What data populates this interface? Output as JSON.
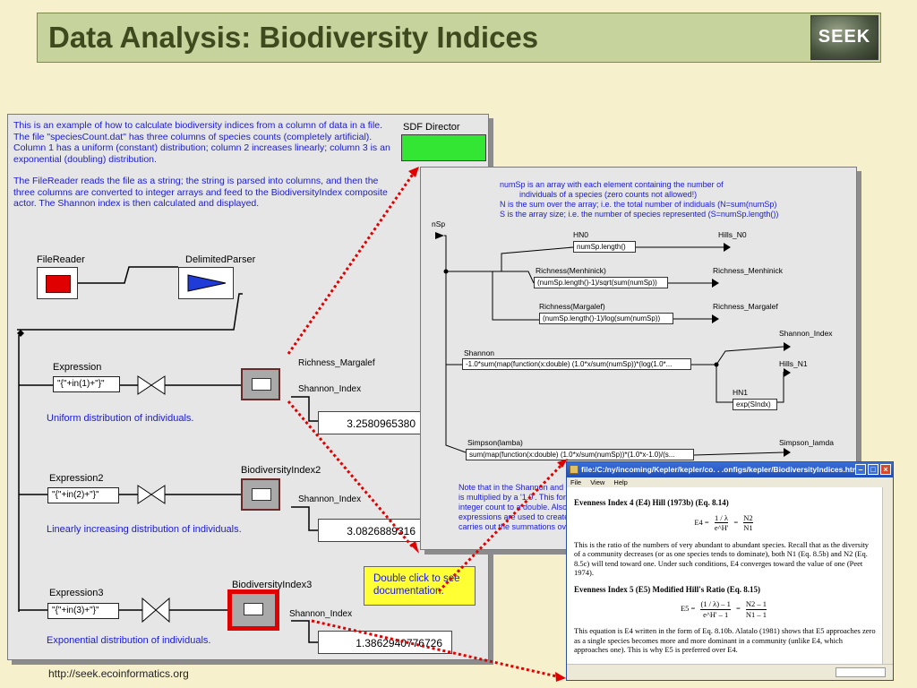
{
  "header": {
    "title": "Data Analysis: Biodiversity Indices",
    "logo_text": "SEEK"
  },
  "main_workflow": {
    "description_p1": "This is an example of how to calculate biodiversity indices from a column of data in a file. The file \"speciesCount.dat\" has three columns of species counts (completely artificial). Column 1 has a uniform (constant) distribution; column 2 increases linearly; column 3 is an exponential (doubling) distribution.",
    "description_p2": "The FileReader reads the file as a string; the string is parsed into columns, and then the three columns are converted to integer arrays and feed to the BiodiversityIndex composite actor. The Shannon index is then calculated and displayed.",
    "director_label": "SDF Director",
    "file_reader_label": "FileReader",
    "delimited_parser_label": "DelimitedParser",
    "rows": [
      {
        "expr_label": "Expression",
        "expr_value": "\"{\"+in(1)+\"}\"",
        "output_port_top": "Richness_Margalef",
        "output_port": "Shannon_Index",
        "composite_label": "",
        "result": "3.2580965380",
        "caption": "Uniform distribution of individuals."
      },
      {
        "expr_label": "Expression2",
        "expr_value": "\"{\"+in(2)+\"}\"",
        "output_port_top": "",
        "output_port": "Shannon_Index",
        "composite_label": "BiodiversityIndex2",
        "result": "3.0826889316",
        "caption": "Linearly increasing distribution of individuals."
      },
      {
        "expr_label": "Expression3",
        "expr_value": "\"{\"+in(3)+\"}\"",
        "output_port_top": "",
        "output_port": "Shannon_Index",
        "composite_label": "BiodiversityIndex3",
        "result": "1.3862940776726",
        "caption": "Exponential distribution of individuals."
      }
    ],
    "note": "Double click to see documentation."
  },
  "composite_workflow": {
    "description": [
      "numSp is an array with each element containing the number of",
      "individuals of a species (zero counts not allowed!)",
      "N is the sum over the array; i.e. the total number of indiduals (N=sum(numSp)",
      "S is the array size; i.e. the number of species represented (S=numSp.length())"
    ],
    "input_port": "nSp",
    "actors": [
      {
        "label": "HN0",
        "formula": "numSp.length()",
        "output": "Hills_N0"
      },
      {
        "label": "Richness(Menhinick)",
        "formula": "(numSp.length()-1)/sqrt(sum(numSp))",
        "output": "Richness_Menhinick"
      },
      {
        "label": "Richness(Margalef)",
        "formula": "(numSp.length()-1)/log(sum(numSp))",
        "output": "Richness_Margalef"
      },
      {
        "label": "Shannon",
        "formula": "-1.0*sum(map(function(x:double) (1.0*x/sum(numSp))*(log(1.0*...",
        "output": "Shannon_Index"
      },
      {
        "label": "HN1",
        "formula": "exp(SIndx)",
        "output": "Hills_N1"
      },
      {
        "label": "Simpson(lamba)",
        "formula": "sum(map(function(x:double) (1.0*x/sum(numSp))*(1.0*x-1.0)/(s...",
        "output": "Simpson_lamda"
      }
    ],
    "note_lines": [
      "Note that in the Shannon and Si",
      "is multiplied by a '1.0'. This force",
      "integer count to a double. Also, t",
      "expressions are used to create",
      "carries out the summations ove"
    ]
  },
  "browser": {
    "title": "file:/C:/ny/incoming/Kepler/kepler/co. . .onfigs/kepler/BiodiversityIndices.html",
    "menu": [
      "File",
      "View",
      "Help"
    ],
    "sections": [
      {
        "heading": "Evenness Index 4 (E4) Hill (1973b) (Eq. 8.14)",
        "equation_lhs": "E4 =",
        "equation_frac1_num": "1 / λ",
        "equation_frac1_den": "e^H'",
        "equation_frac2_num": "N2",
        "equation_frac2_den": "N1",
        "body": "This is the ratio of the numbers of very abundant to abundant species. Recall that as the diversity of a community decreases (or as one species tends to dominate), both N1 (Eq. 8.5b) and N2 (Eq. 8.5c) will tend toward one. Under such conditions, E4 converges toward the value of one (Peet 1974)."
      },
      {
        "heading": "Evenness Index 5 (E5) Modified Hill's Ratio (Eq. 8.15)",
        "equation_lhs": "E5 =",
        "equation_frac1_num": "(1 / λ) – 1",
        "equation_frac1_den": "e^H' – 1",
        "equation_frac2_num": "N2 – 1",
        "equation_frac2_den": "N1 – 1",
        "body": "This equation is E4 written in the form of Eq. 8.10b. Alatalo (1981) shows that E5 approaches zero as a single species becomes more and more dominant in a community (unlike E4, which approaches one). This is why E5 is preferred over E4."
      }
    ]
  },
  "footer": {
    "url": "http://seek.ecoinformatics.org"
  },
  "colors": {
    "background": "#f6f1cc",
    "title_bar": "#c6d39c",
    "title_text": "#3e4a1e",
    "canvas": "#e6e6e6",
    "link_text": "#1a1ad6",
    "director": "#33e633",
    "note": "#ffff33",
    "arrow": "#e00000"
  }
}
